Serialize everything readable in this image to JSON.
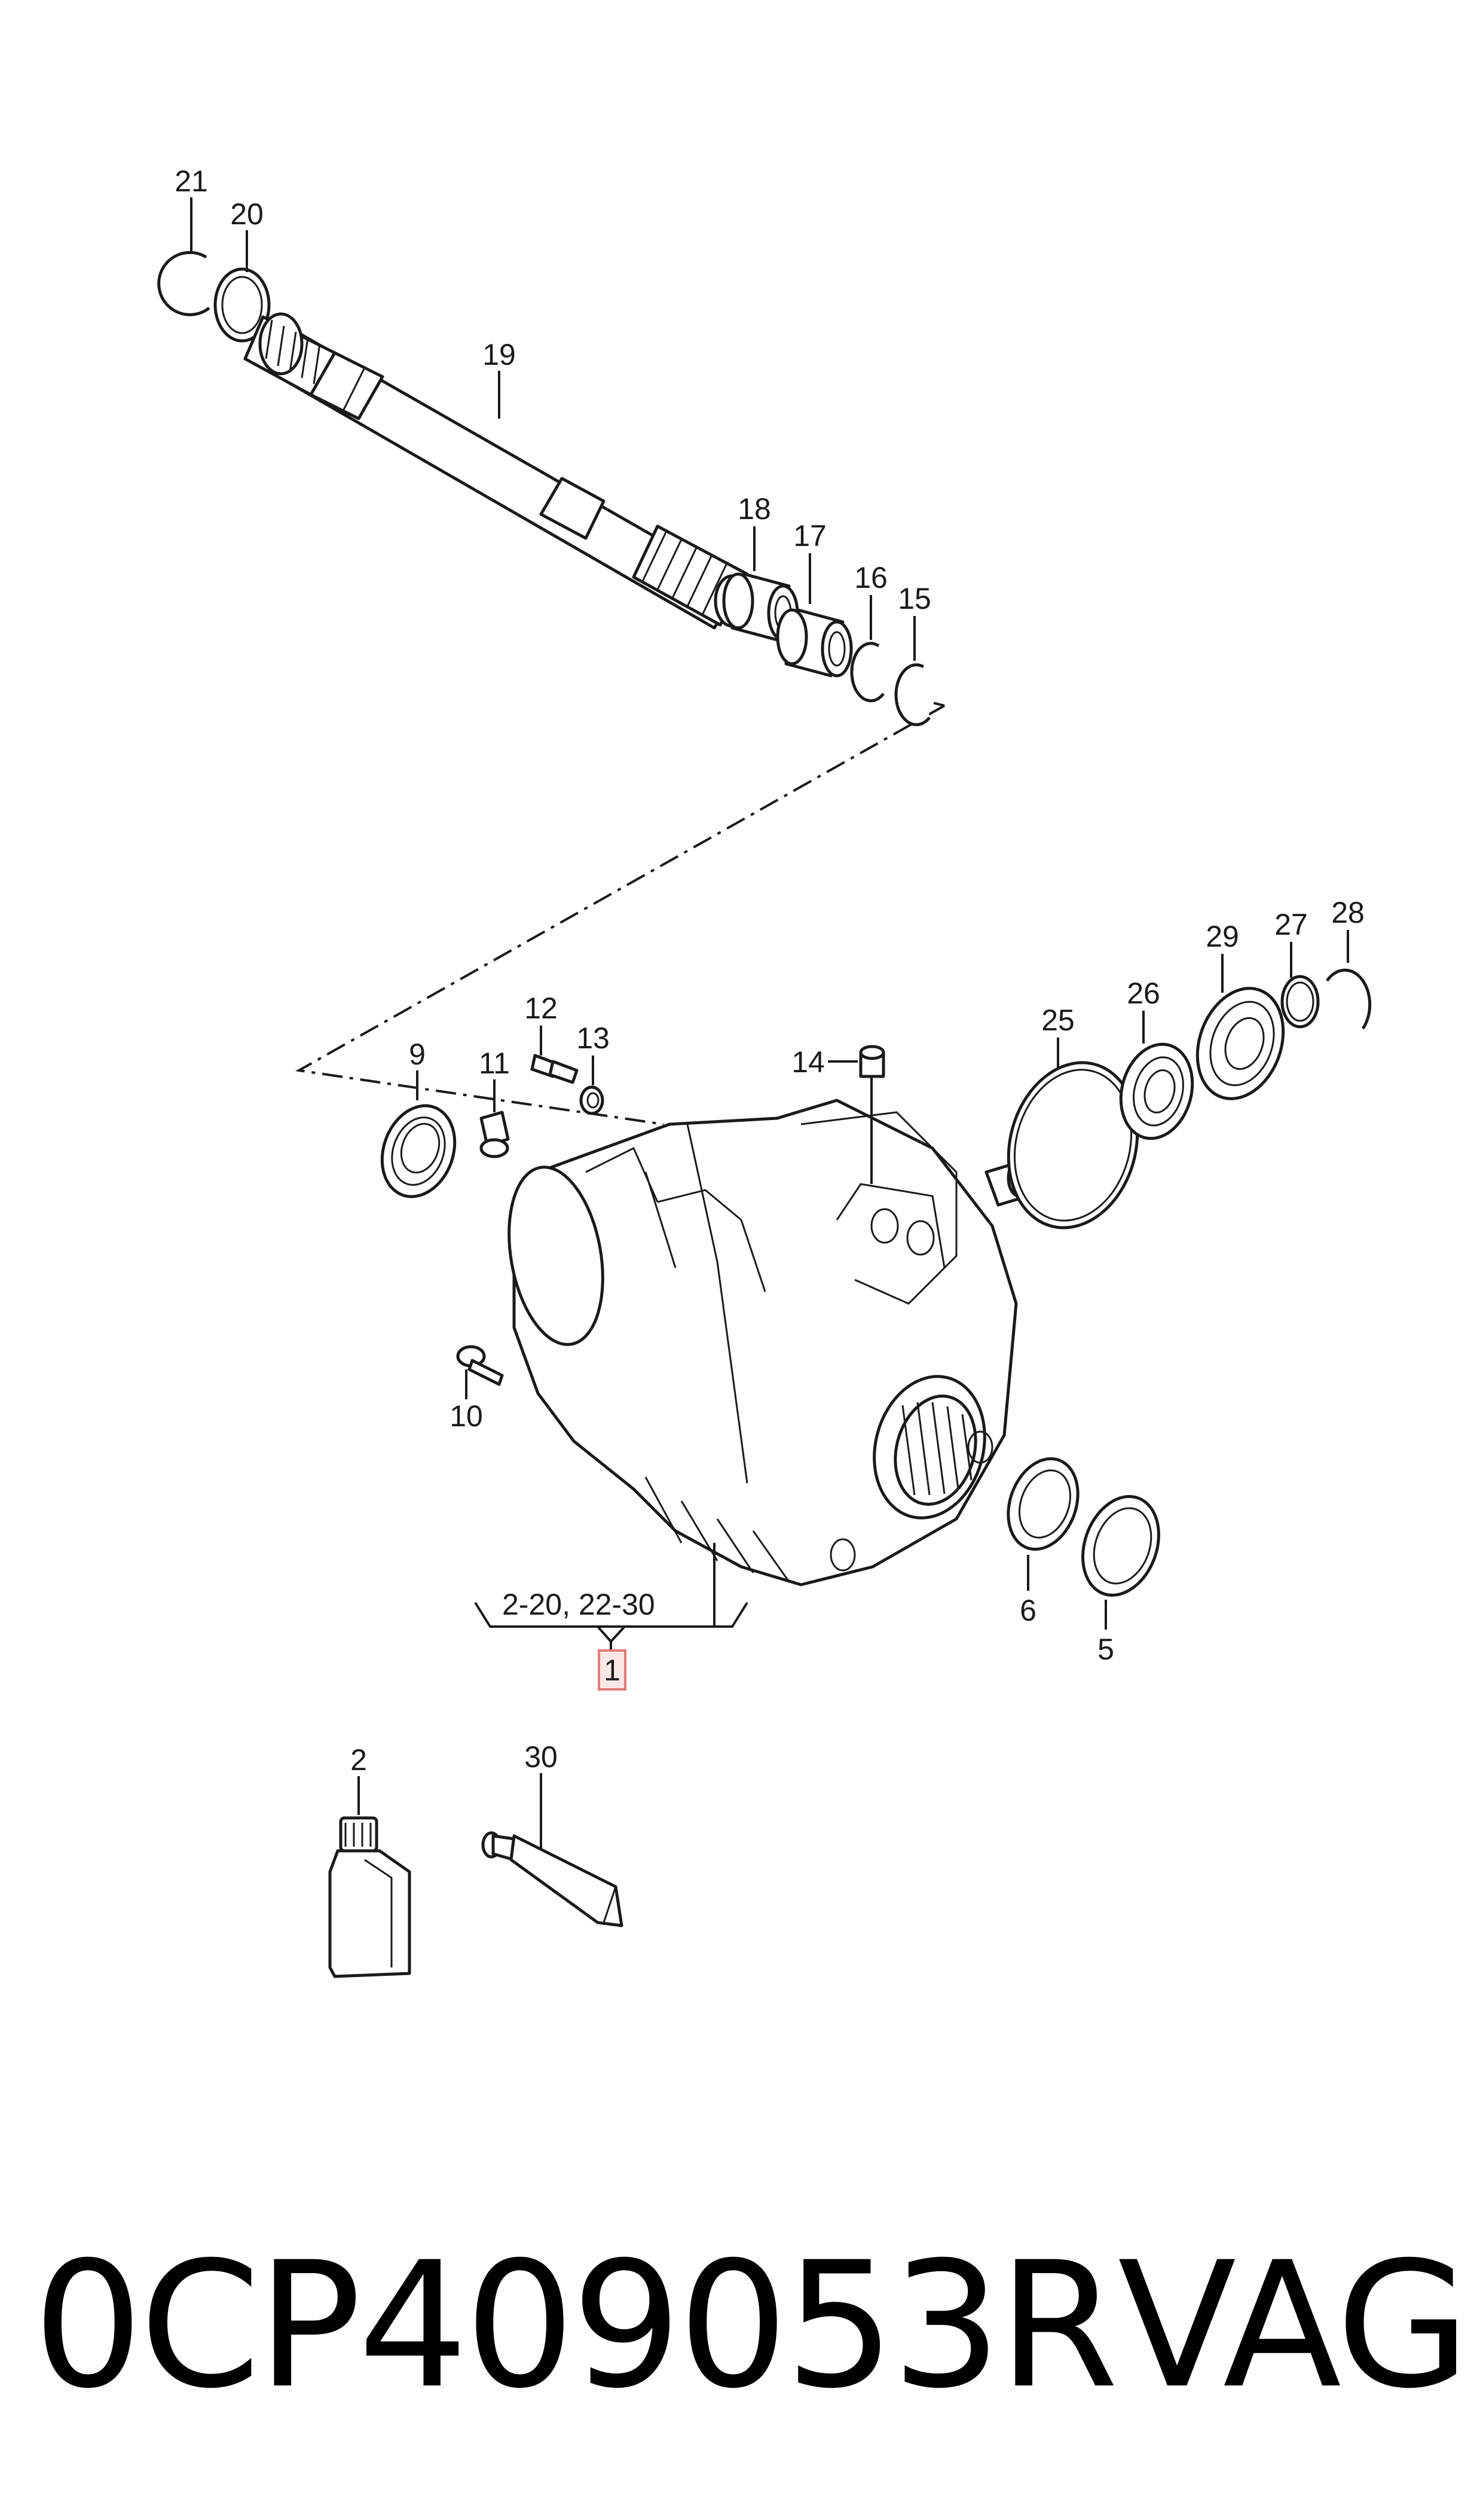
{
  "callouts": {
    "c1": "1",
    "c2": "2",
    "c5": "5",
    "c6": "6",
    "c9": "9",
    "c10": "10",
    "c11": "11",
    "c12": "12",
    "c13": "13",
    "c14": "14",
    "c15": "15",
    "c16": "16",
    "c17": "17",
    "c18": "18",
    "c19": "19",
    "c20": "20",
    "c21": "21",
    "c25": "25",
    "c26": "26",
    "c27": "27",
    "c28": "28",
    "c29": "29",
    "c30": "30"
  },
  "range_label": "2-20, 22-30",
  "part_number": "0CP409053R",
  "brand": "VAG"
}
